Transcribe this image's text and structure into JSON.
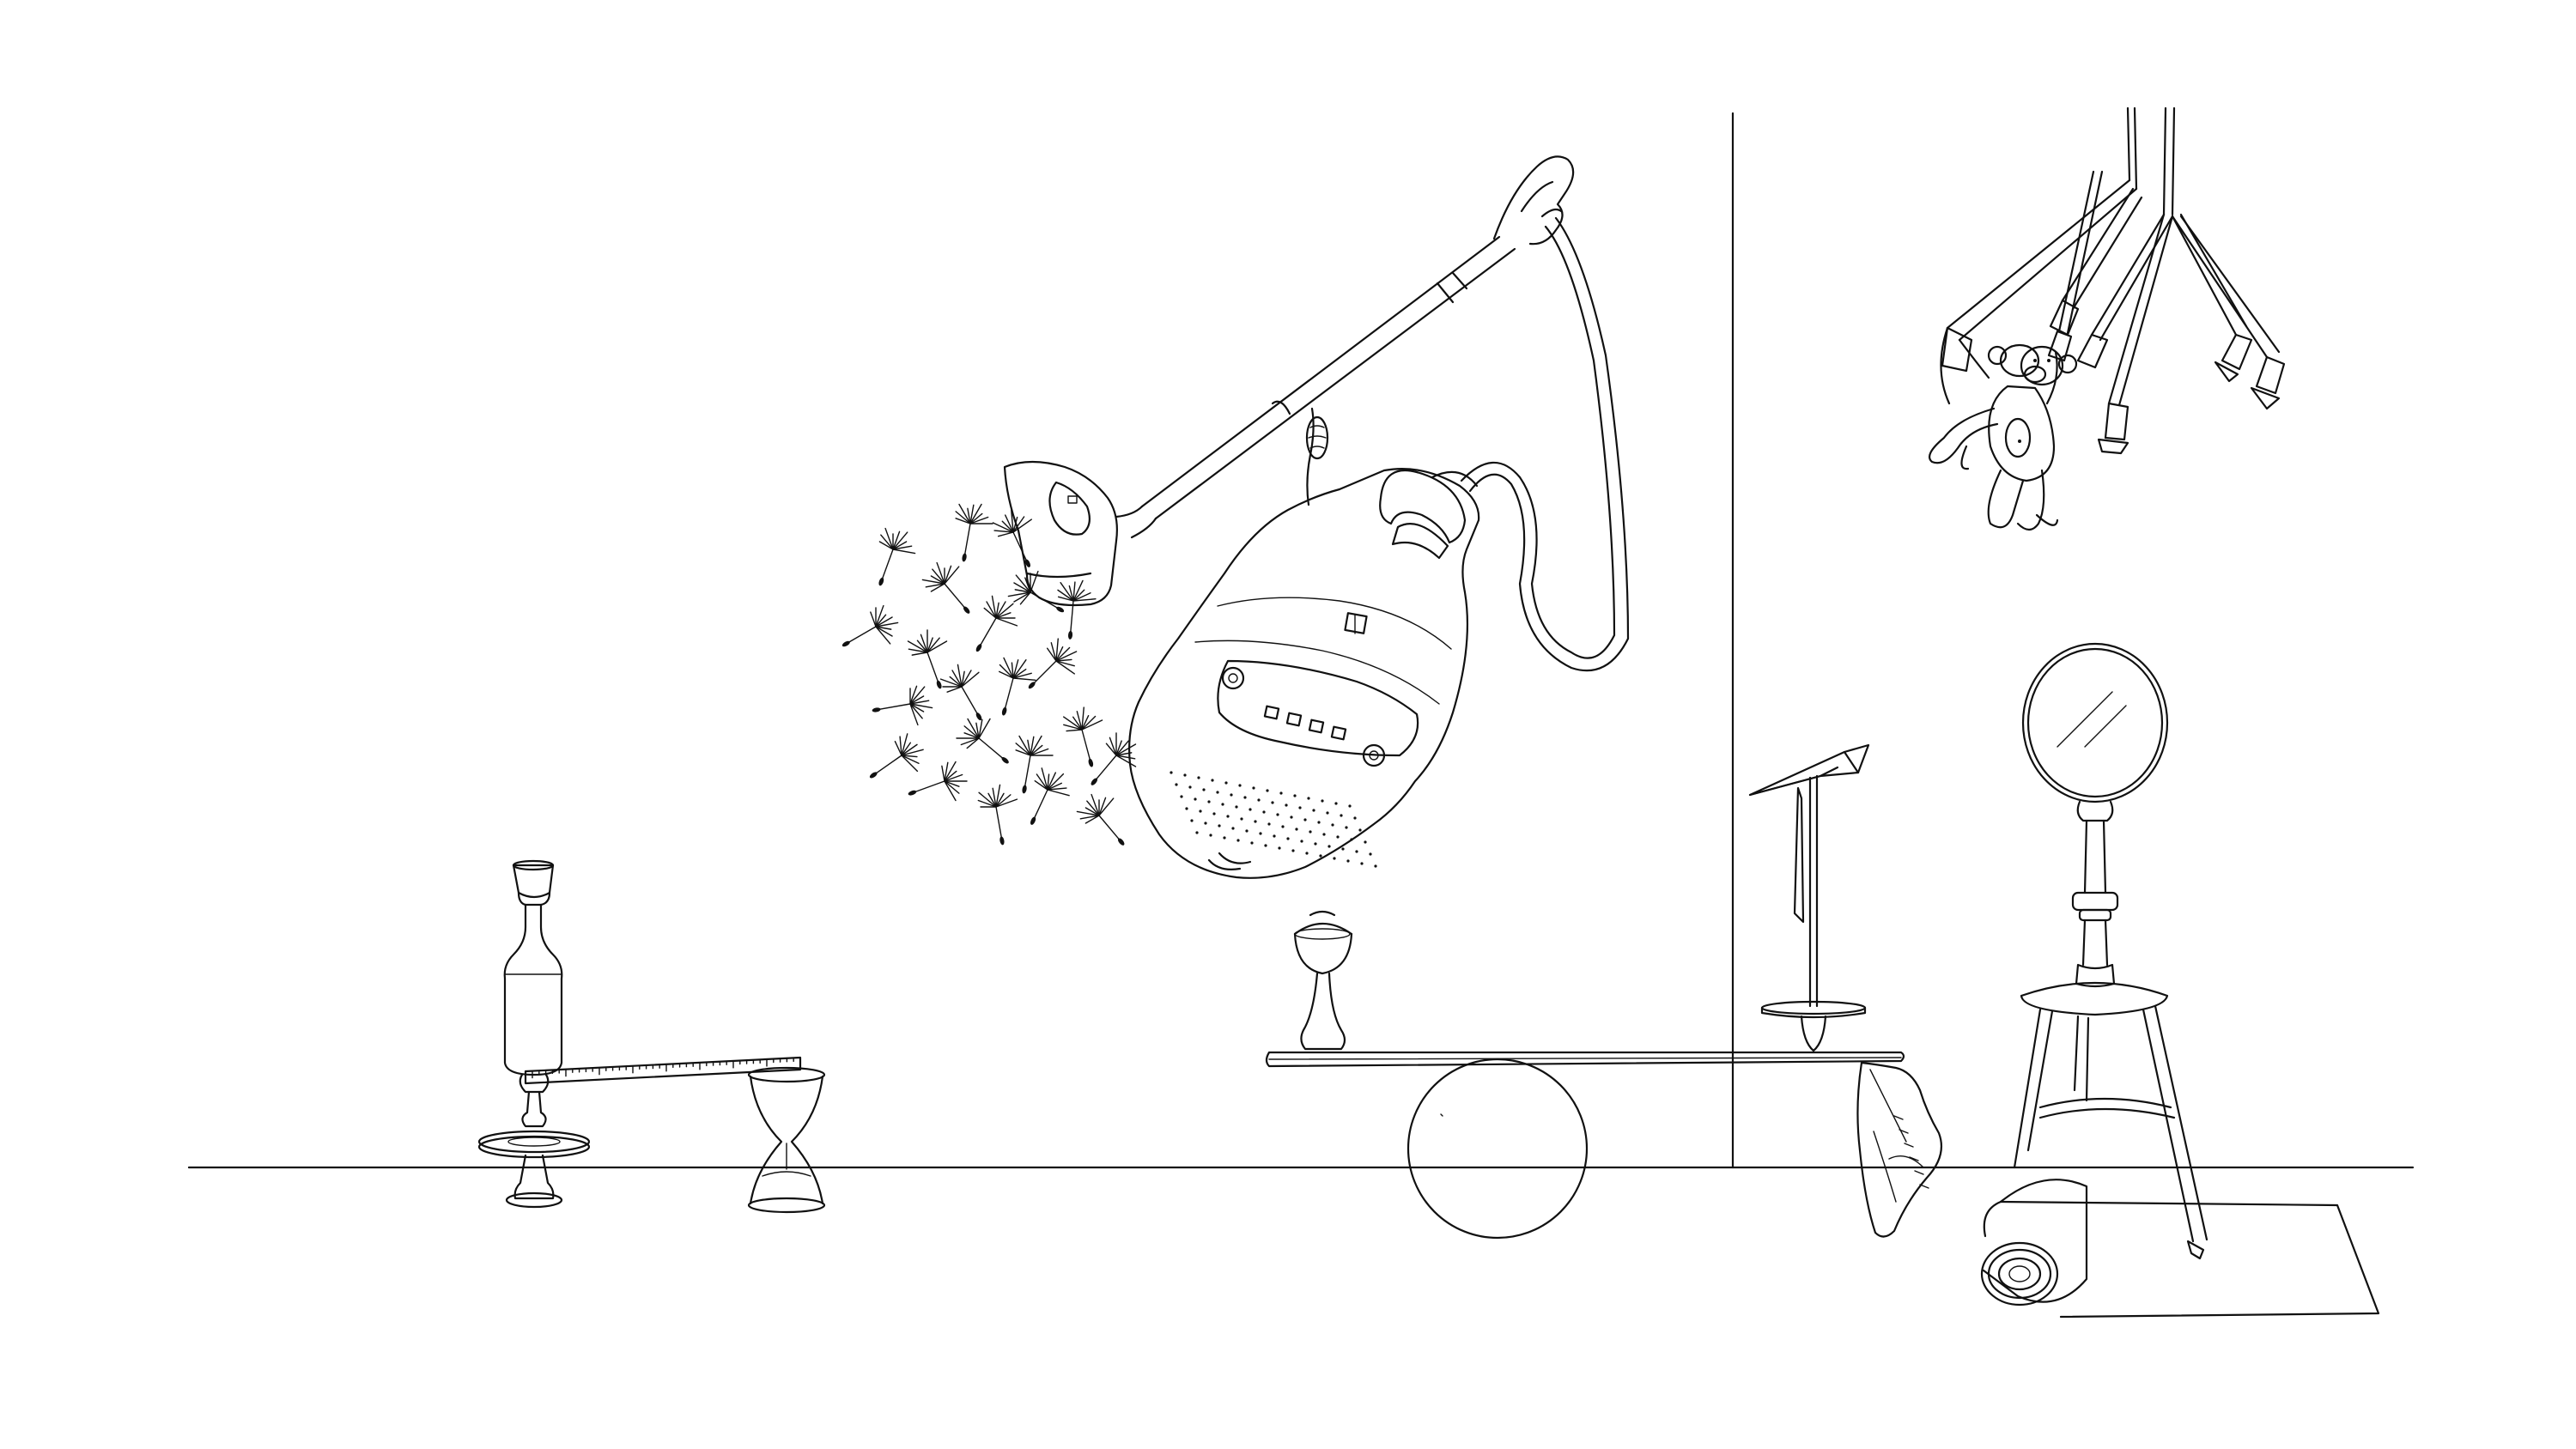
{
  "scene": {
    "style": "black line drawing on white background",
    "background_color": "#ffffff",
    "line_color": "#111111",
    "objects": [
      {
        "id": "floor-line",
        "icon": "horizontal-line"
      },
      {
        "id": "wall-corner-line",
        "icon": "vertical-line"
      },
      {
        "id": "vacuum-cleaner",
        "icon": "vacuum-cleaner-icon"
      },
      {
        "id": "dandelion-seeds",
        "icon": "dandelion-seed-icon",
        "count": 22
      },
      {
        "id": "sphere-ball",
        "icon": "circle-icon"
      },
      {
        "id": "seesaw-plank",
        "icon": "plank-icon"
      },
      {
        "id": "wooden-spinning-top",
        "icon": "spinning-top-icon"
      },
      {
        "id": "origami-bird",
        "icon": "paper-bird-icon"
      },
      {
        "id": "sneaker",
        "icon": "shoe-icon"
      },
      {
        "id": "round-mirror-on-stool",
        "icon": "mirror-icon"
      },
      {
        "id": "rolled-mat",
        "icon": "rolled-mat-icon"
      },
      {
        "id": "hanging-monkey-mobile",
        "icon": "monkey-toy-icon"
      },
      {
        "id": "bottle-stack",
        "icon": "bottle-icon"
      },
      {
        "id": "ruler",
        "icon": "ruler-icon"
      },
      {
        "id": "hourglass",
        "icon": "hourglass-icon"
      }
    ]
  }
}
